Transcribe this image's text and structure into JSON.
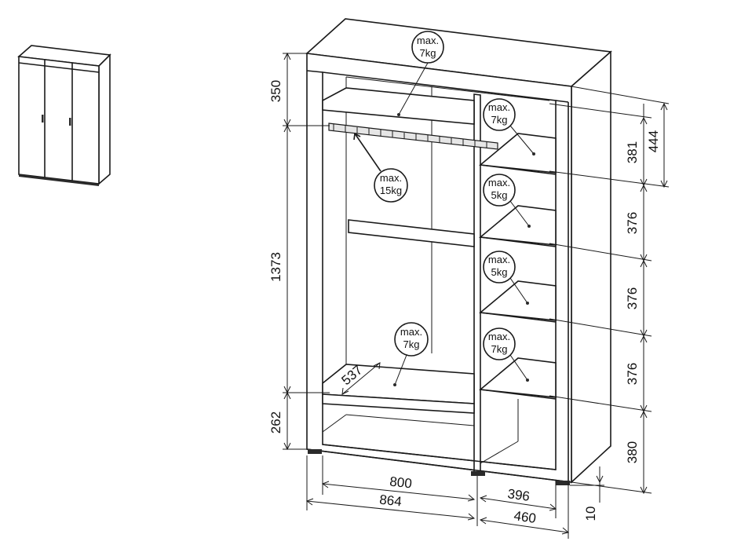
{
  "dimensions": {
    "top_section": "350",
    "middle_section": "1373",
    "bottom_section": "262",
    "shelf_1": "381",
    "top_total": "444",
    "shelf_2": "376",
    "shelf_3": "376",
    "shelf_4": "376",
    "shelf_bottom": "380",
    "depth": "537",
    "inner_width_left": "800",
    "outer_width_left": "864",
    "inner_width_right": "396",
    "outer_width_right": "460",
    "foot_height": "10"
  },
  "load_labels": {
    "top_shelf": {
      "line1": "max.",
      "line2": "7kg"
    },
    "rail": {
      "line1": "max.",
      "line2": "15kg"
    },
    "left_bottom_shelf": {
      "line1": "max.",
      "line2": "7kg"
    },
    "right_shelf_1": {
      "line1": "max.",
      "line2": "7kg"
    },
    "right_shelf_2": {
      "line1": "max.",
      "line2": "5kg"
    },
    "right_shelf_3": {
      "line1": "max.",
      "line2": "5kg"
    },
    "right_shelf_4": {
      "line1": "max.",
      "line2": "7kg"
    }
  },
  "icons": [
    "wardrobe-thumbnail-icon",
    "hanging-rail-icon"
  ]
}
